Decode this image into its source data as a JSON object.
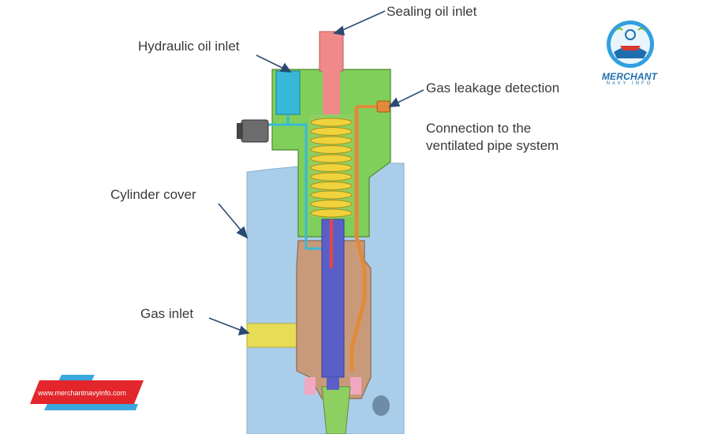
{
  "labels": {
    "sealing_oil_inlet": "Sealing oil inlet",
    "hydraulic_oil_inlet": "Hydraulic oil inlet",
    "gas_leakage_detection": "Gas leakage detection",
    "connection_line1": "Connection to the",
    "connection_line2": "ventilated pipe system",
    "cylinder_cover": "Cylinder cover",
    "gas_inlet": "Gas inlet"
  },
  "logo": {
    "title": "MERCHANT",
    "subtitle": "NAVY INFO"
  },
  "watermark": {
    "url": "www.merchantnavyinfo.com"
  },
  "colors": {
    "cylinder_cover": "#aacde9",
    "housing": "#7fcf5a",
    "body": "#c89a7a",
    "sealing_oil": "#f08a8a",
    "spring": "#f0d23c",
    "needle": "#5a5fc8",
    "gas_inlet_pipe": "#e8dc56",
    "hydraulic_port": "#38b8d8",
    "leak_pipe": "#e38a3a",
    "banner_red": "#e2262b",
    "banner_blue": "#3aa7de",
    "logo_blue": "#1f6fae"
  }
}
